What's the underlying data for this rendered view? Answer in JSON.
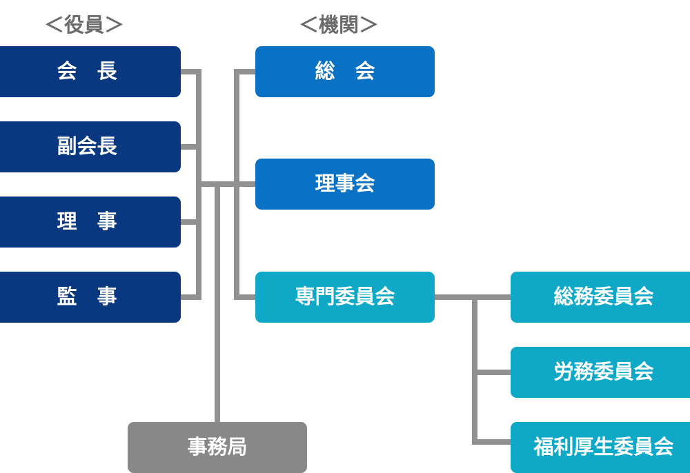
{
  "diagram": {
    "title_columns": [
      {
        "name": "officers",
        "label": "＜役員＞"
      },
      {
        "name": "organs",
        "label": "＜機関＞"
      }
    ],
    "officers": [
      {
        "id": "chairman",
        "label": "会　長",
        "color": "#0a3880"
      },
      {
        "id": "vice-chairman",
        "label": "副会長",
        "color": "#0a3880"
      },
      {
        "id": "director",
        "label": "理　事",
        "color": "#0a3880"
      },
      {
        "id": "auditor",
        "label": "監　事",
        "color": "#0a3880"
      }
    ],
    "organs": [
      {
        "id": "general-meeting",
        "label": "総　会",
        "color": "#0a72c4"
      },
      {
        "id": "board-of-directors",
        "label": "理事会",
        "color": "#0a72c4"
      },
      {
        "id": "special-committee",
        "label": "専門委員会",
        "color": "#10a8c7"
      }
    ],
    "committees": [
      {
        "id": "general-affairs-committee",
        "label": "総務委員会",
        "color": "#10a8c7"
      },
      {
        "id": "labor-committee",
        "label": "労務委員会",
        "color": "#10a8c7"
      },
      {
        "id": "welfare-committee",
        "label": "福利厚生委員会",
        "color": "#10a8c7"
      }
    ],
    "secretariat": {
      "id": "secretariat",
      "label": "事務局",
      "color": "#888888"
    },
    "colors": {
      "navy": "#0a3880",
      "blue": "#0a72c4",
      "cyan": "#10a8c7",
      "gray": "#888888",
      "connector": "#919191",
      "header_text": "#6b6b6b",
      "background": "#ffffff",
      "node_text": "#ffffff"
    }
  }
}
